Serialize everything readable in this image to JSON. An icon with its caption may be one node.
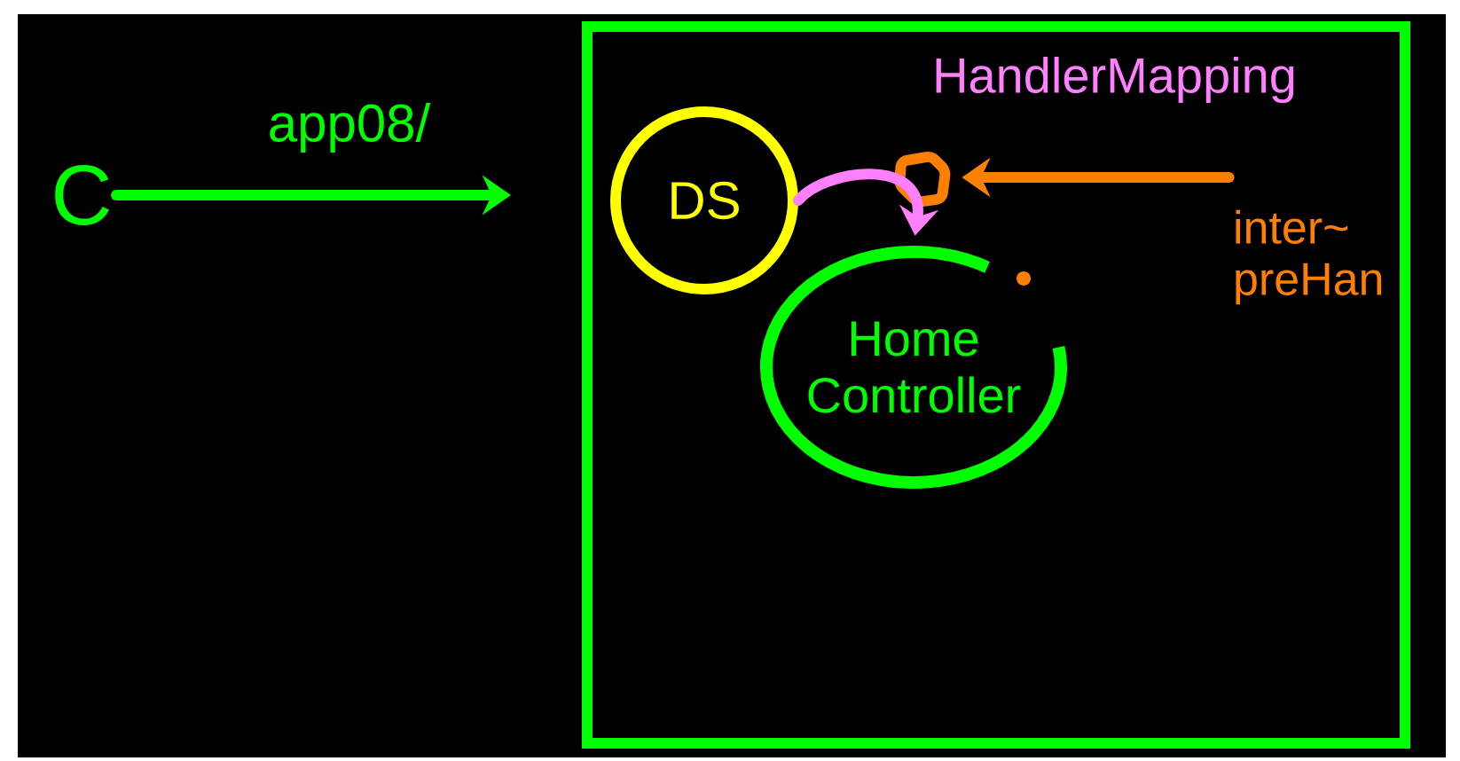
{
  "diagram": {
    "nodes": [
      {
        "text": [
          "C"
        ]
      },
      {
        "text": [],
        "shape": "box"
      },
      {
        "text": [
          "DS"
        ],
        "in": 1
      },
      {
        "text": [
          "Home Controller"
        ],
        "in": 1
      },
      {
        "text": [],
        "shape": "circle",
        "in": 1
      },
      {
        "text": [
          "inter~ preHan"
        ],
        "in": 1
      }
    ],
    "edges": [
      {
        "from": 0,
        "to": 1,
        "arrow": "to",
        "label": "app08/",
        "color": "#00ff00"
      },
      {
        "from": 2,
        "to": 3,
        "arrow": "to",
        "color": "#ff80ff"
      },
      {
        "from": 5,
        "to": 4,
        "arrow": "to",
        "color": "#ff8000"
      }
    ],
    "labels": [
      "HandlerMapping"
    ]
  }
}
